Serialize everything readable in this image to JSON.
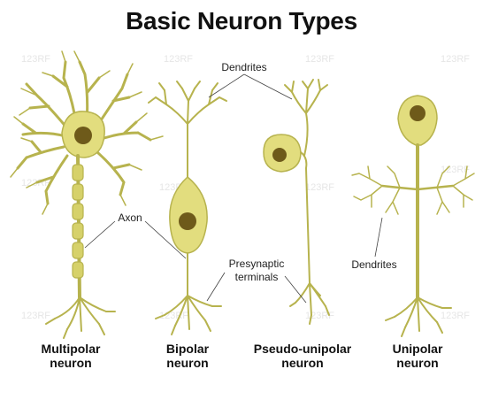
{
  "title": "Basic Neuron Types",
  "watermark": "123RF",
  "labels": {
    "dendrites_top": "Dendrites",
    "axon": "Axon",
    "presynaptic_line1": "Presynaptic",
    "presynaptic_line2": "terminals",
    "dendrites_right": "Dendrites"
  },
  "captions": [
    {
      "line1": "Multipolar",
      "line2": "neuron"
    },
    {
      "line1": "Bipolar",
      "line2": "neuron"
    },
    {
      "line1": "Pseudo-unipolar",
      "line2": "neuron"
    },
    {
      "line1": "Unipolar",
      "line2": "neuron"
    }
  ],
  "colors": {
    "cell_fill": "#e2dd7e",
    "cell_stroke": "#b7b34e",
    "nucleus": "#6e5a1a",
    "myelin": "#d6d16a"
  }
}
